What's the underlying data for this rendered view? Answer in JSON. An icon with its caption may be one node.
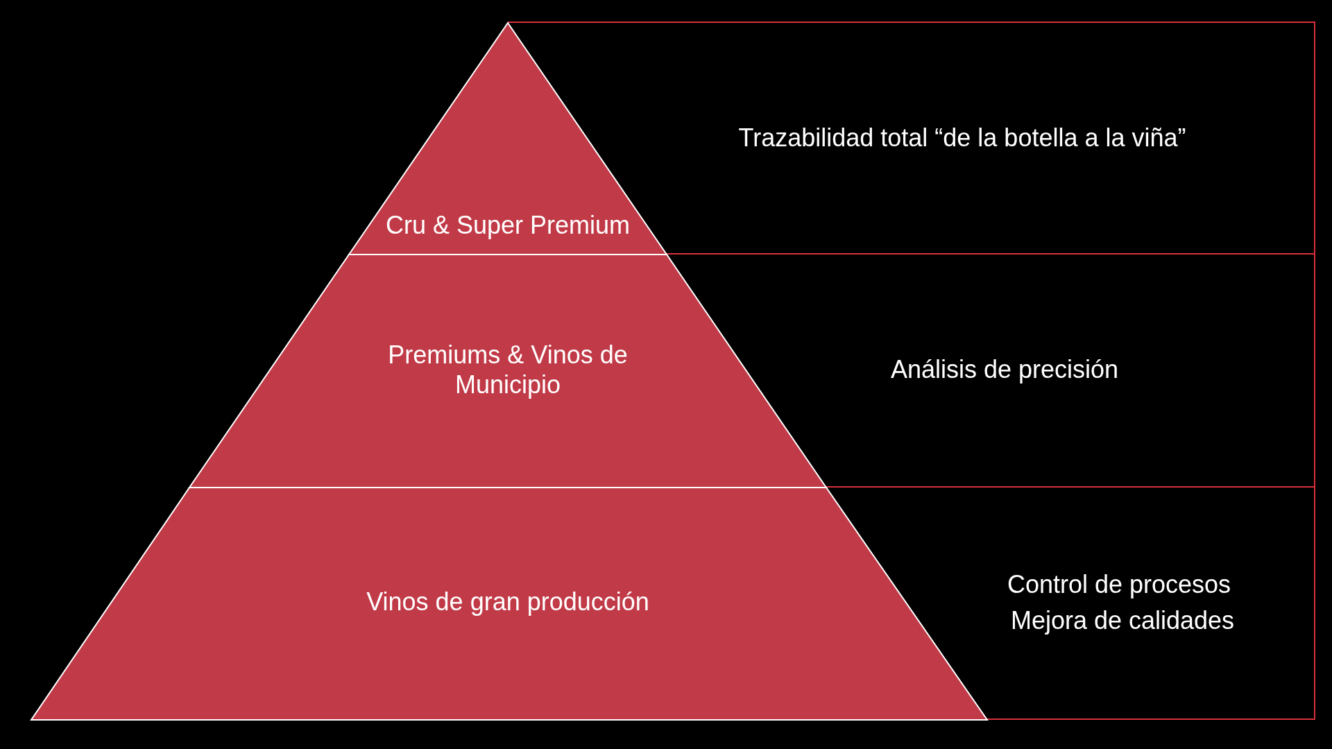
{
  "diagram": {
    "nodes": [
      {
        "text": [
          "Cru & Super Premium"
        ]
      },
      {
        "text": [
          "Trazabilidad total “de la botella a la viña”"
        ]
      },
      {
        "text": [
          "Premiums & Vinos de Municipio"
        ]
      },
      {
        "text": [
          "Análisis de precisión"
        ]
      },
      {
        "text": [
          "Vinos de gran producción"
        ]
      },
      {
        "text": [
          "Control de procesos",
          "Mejora de calidades"
        ]
      }
    ]
  }
}
